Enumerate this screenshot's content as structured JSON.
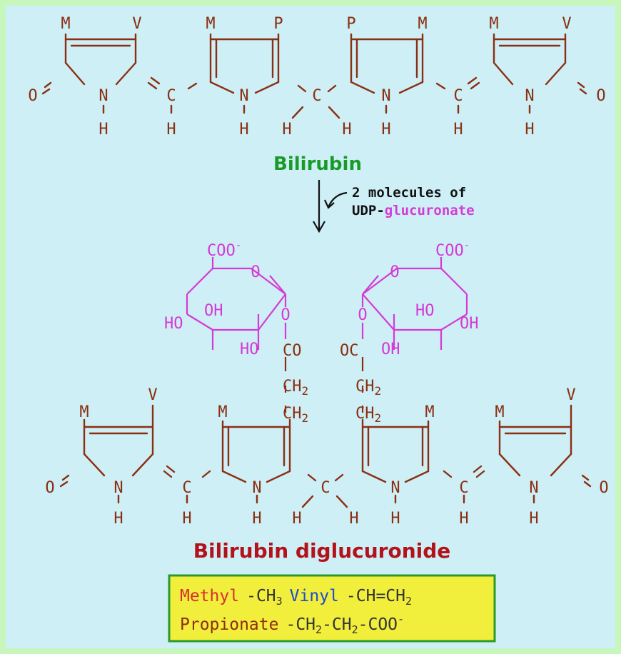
{
  "top_structure": {
    "substituents": [
      "M",
      "V",
      "M",
      "P",
      "P",
      "M",
      "M",
      "V"
    ],
    "oxo": "O",
    "nitrogen": "N",
    "hydrogen": "H",
    "bridge_carbon": "C"
  },
  "top_title": "Bilirubin",
  "reaction": {
    "line1": "2 molecules of",
    "line2_prefix": "UDP-",
    "line2_highlight": "glucuronate"
  },
  "sugar_left": {
    "carboxylate": "COO",
    "charge": "-",
    "ring_oxygen": "O",
    "link_oxygen": "O",
    "ho_1": "HO",
    "oh_1": "OH",
    "ho_2": "HO"
  },
  "sugar_right": {
    "carboxylate": "COO",
    "charge": "-",
    "ring_oxygen": "O",
    "link_oxygen": "O",
    "ho_1": "HO",
    "oh_1": "OH",
    "oh_2": "OH"
  },
  "linker": {
    "left_carbonyl": "CO",
    "right_carbonyl": "OC",
    "ch2": "CH",
    "sub2": "2"
  },
  "bottom_structure": {
    "substituents": [
      "M",
      "V",
      "M",
      "M",
      "M",
      "V"
    ],
    "oxo": "O",
    "nitrogen": "N",
    "hydrogen": "H",
    "bridge_carbon": "C"
  },
  "bottom_title": "Bilirubin diglucuronide",
  "legend": {
    "methyl_label": "Methyl",
    "methyl_formula": "-CH",
    "methyl_sub": "3",
    "vinyl_label": "Vinyl",
    "vinyl_formula": "-CH=CH",
    "vinyl_sub": "2",
    "propionate_label": "Propionate",
    "propionate_formula_a": "-CH",
    "propionate_sub_a": "2",
    "propionate_formula_b": "-CH",
    "propionate_sub_b": "2",
    "propionate_formula_c": "-COO",
    "propionate_charge": "-"
  },
  "colors": {
    "background_outer": "#c8f7bd",
    "background_inner": "#cdeff5",
    "structure": "#8b2f12",
    "sugar": "#d63ad6",
    "title_green": "#1a9a2a",
    "title_red": "#b3121a",
    "legend_box": "#f2ee3c",
    "legend_border": "#2a9a2a"
  }
}
